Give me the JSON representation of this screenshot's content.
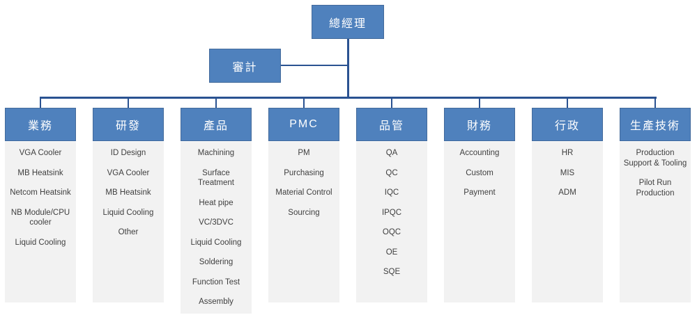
{
  "org": {
    "root": {
      "label": "總經理"
    },
    "staff": {
      "label": "審計"
    },
    "departments": [
      {
        "label": "業務",
        "items": [
          "VGA Cooler",
          "MB Heatsink",
          "Netcom Heatsink",
          "NB Module/CPU cooler",
          "Liquid Cooling"
        ]
      },
      {
        "label": "研發",
        "items": [
          "ID Design",
          "VGA Cooler",
          "MB Heatsink",
          "Liquid Cooling",
          "Other"
        ]
      },
      {
        "label": "產品",
        "items": [
          "Machining",
          "Surface Treatment",
          "Heat pipe",
          "VC/3DVC",
          "Liquid Cooling",
          "Soldering",
          "Function Test",
          "Assembly"
        ]
      },
      {
        "label": "PMC",
        "items": [
          "PM",
          "Purchasing",
          "Material Control",
          "Sourcing"
        ]
      },
      {
        "label": "品管",
        "items": [
          "QA",
          "QC",
          "IQC",
          "IPQC",
          "OQC",
          "OE",
          "SQE"
        ]
      },
      {
        "label": "財務",
        "items": [
          "Accounting",
          "Custom",
          "Payment"
        ]
      },
      {
        "label": "行政",
        "items": [
          "HR",
          "MIS",
          "ADM"
        ]
      },
      {
        "label": "生產技術",
        "items": [
          "Production Support & Tooling",
          "Pilot Run Production"
        ]
      }
    ],
    "colors": {
      "box_fill": "#4f81bd",
      "box_border": "#436a9b",
      "box_text": "#ffffff",
      "connector": "#2a5291",
      "panel_bg": "#f2f2f2",
      "item_text": "#3f3f3f"
    }
  }
}
